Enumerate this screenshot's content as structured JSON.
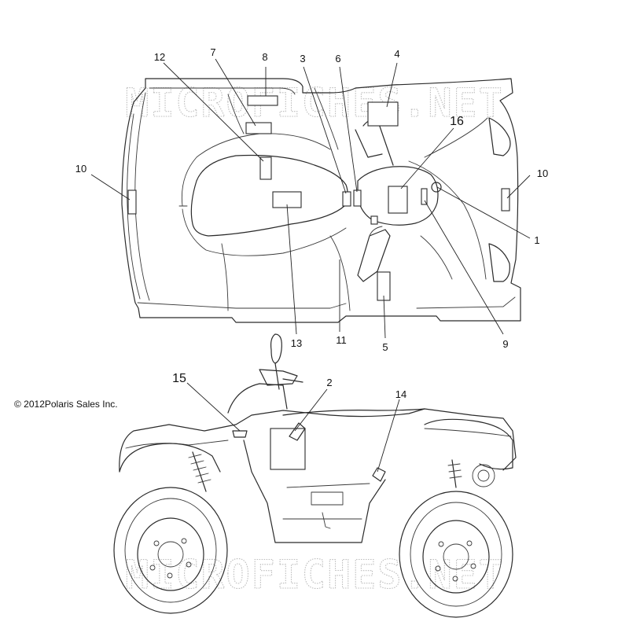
{
  "watermark": {
    "text": "MICROFICHES.NET"
  },
  "copyright": "© 2012Polaris Sales Inc.",
  "callouts_top": {
    "c1": "1",
    "c3": "3",
    "c4": "4",
    "c5": "5",
    "c6": "6",
    "c7": "7",
    "c8": "8",
    "c9": "9",
    "c10_left": "10",
    "c10_right": "10",
    "c11": "11",
    "c12": "12",
    "c13": "13",
    "c16": "16"
  },
  "callouts_side": {
    "c2": "2",
    "c14": "14",
    "c15": "15"
  },
  "colors": {
    "line": "#2b2b2b",
    "watermark": "#bdbdbd",
    "text": "#111111"
  }
}
